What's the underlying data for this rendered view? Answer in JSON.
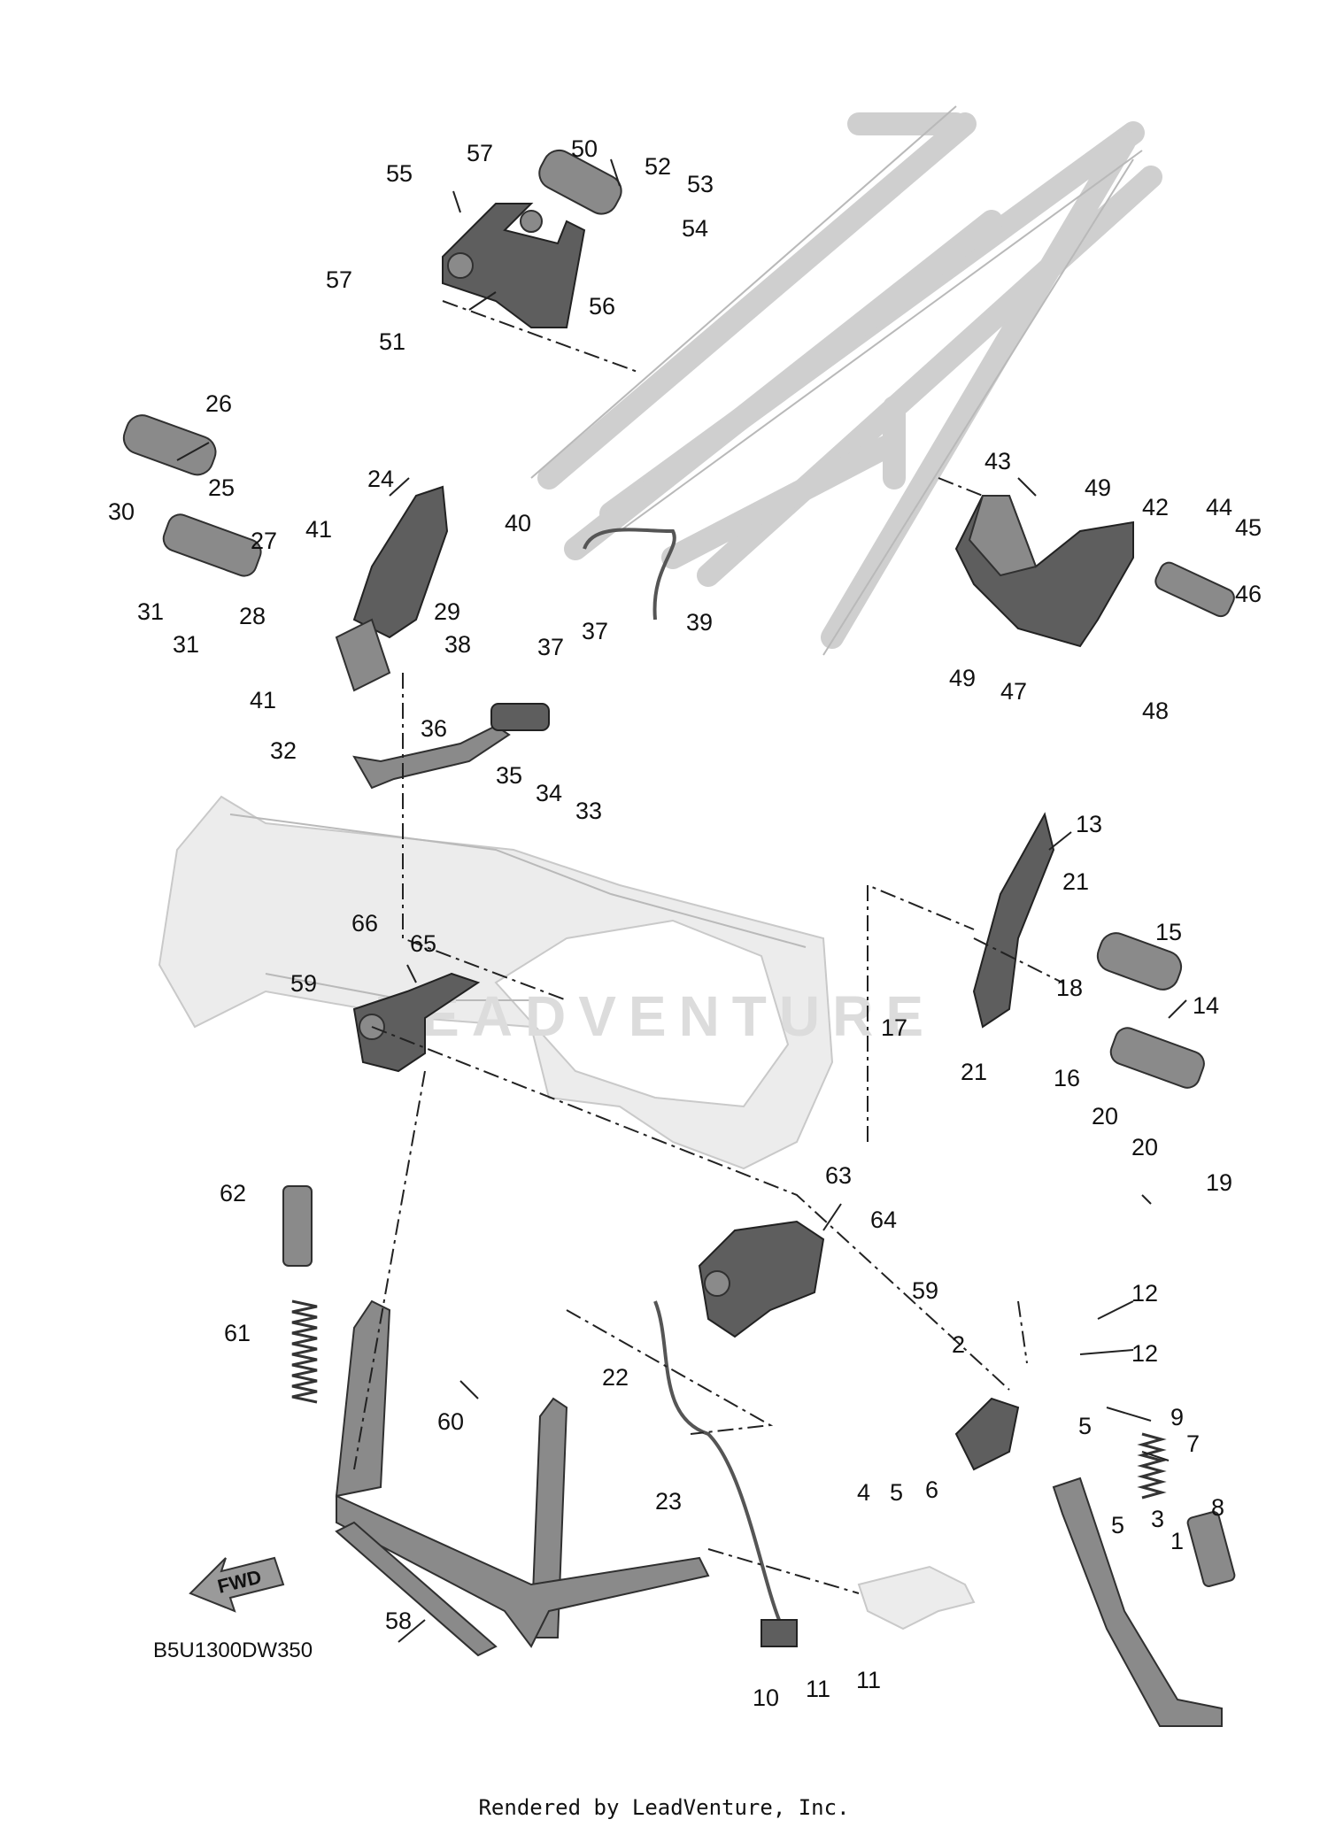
{
  "diagram": {
    "diagram_code": "B5U1300DW350",
    "direction_label": "FWD",
    "watermark_text": "LEADVENTURE",
    "callout_numbers": [
      "1",
      "2",
      "3",
      "4",
      "5",
      "5",
      "5",
      "6",
      "7",
      "8",
      "9",
      "10",
      "11",
      "11",
      "12",
      "12",
      "13",
      "14",
      "15",
      "16",
      "17",
      "18",
      "19",
      "20",
      "20",
      "21",
      "21",
      "22",
      "23",
      "24",
      "25",
      "26",
      "27",
      "28",
      "29",
      "30",
      "31",
      "31",
      "32",
      "33",
      "34",
      "35",
      "36",
      "37",
      "37",
      "38",
      "39",
      "40",
      "41",
      "41",
      "42",
      "43",
      "44",
      "45",
      "46",
      "47",
      "48",
      "49",
      "49",
      "50",
      "51",
      "52",
      "53",
      "54",
      "55",
      "56",
      "57",
      "57",
      "58",
      "59",
      "59",
      "60",
      "61",
      "62",
      "63",
      "64",
      "65",
      "66"
    ]
  },
  "footer": {
    "rendered_by": "Rendered by LeadVenture, Inc."
  }
}
